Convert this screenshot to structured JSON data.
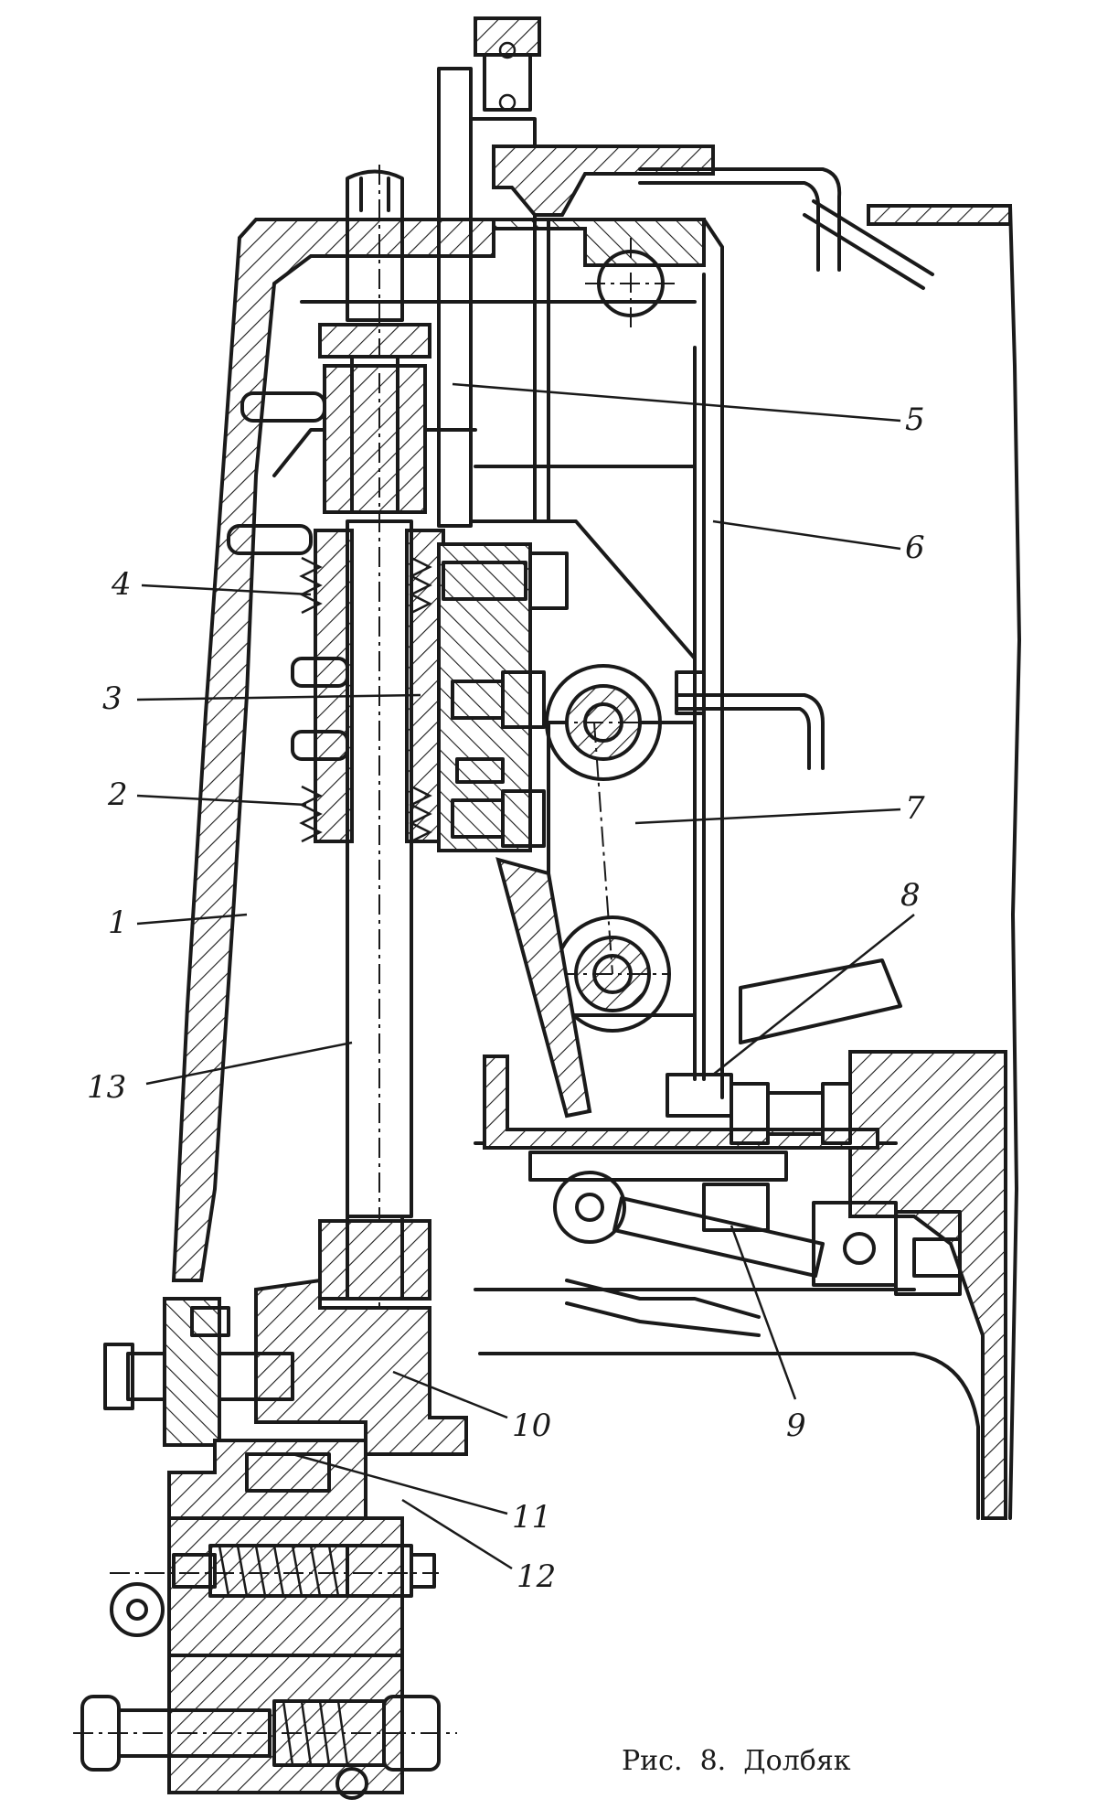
{
  "figure": {
    "caption": "Рис.  8.  Долбяк",
    "labels": [
      {
        "id": "1",
        "text": "1"
      },
      {
        "id": "2",
        "text": "2"
      },
      {
        "id": "3",
        "text": "3"
      },
      {
        "id": "4",
        "text": "4"
      },
      {
        "id": "5",
        "text": "5"
      },
      {
        "id": "6",
        "text": "6"
      },
      {
        "id": "7",
        "text": "7"
      },
      {
        "id": "8",
        "text": "8"
      },
      {
        "id": "9",
        "text": "9"
      },
      {
        "id": "10",
        "text": "10"
      },
      {
        "id": "11",
        "text": "11"
      },
      {
        "id": "12",
        "text": "12"
      },
      {
        "id": "13",
        "text": "13"
      }
    ]
  }
}
